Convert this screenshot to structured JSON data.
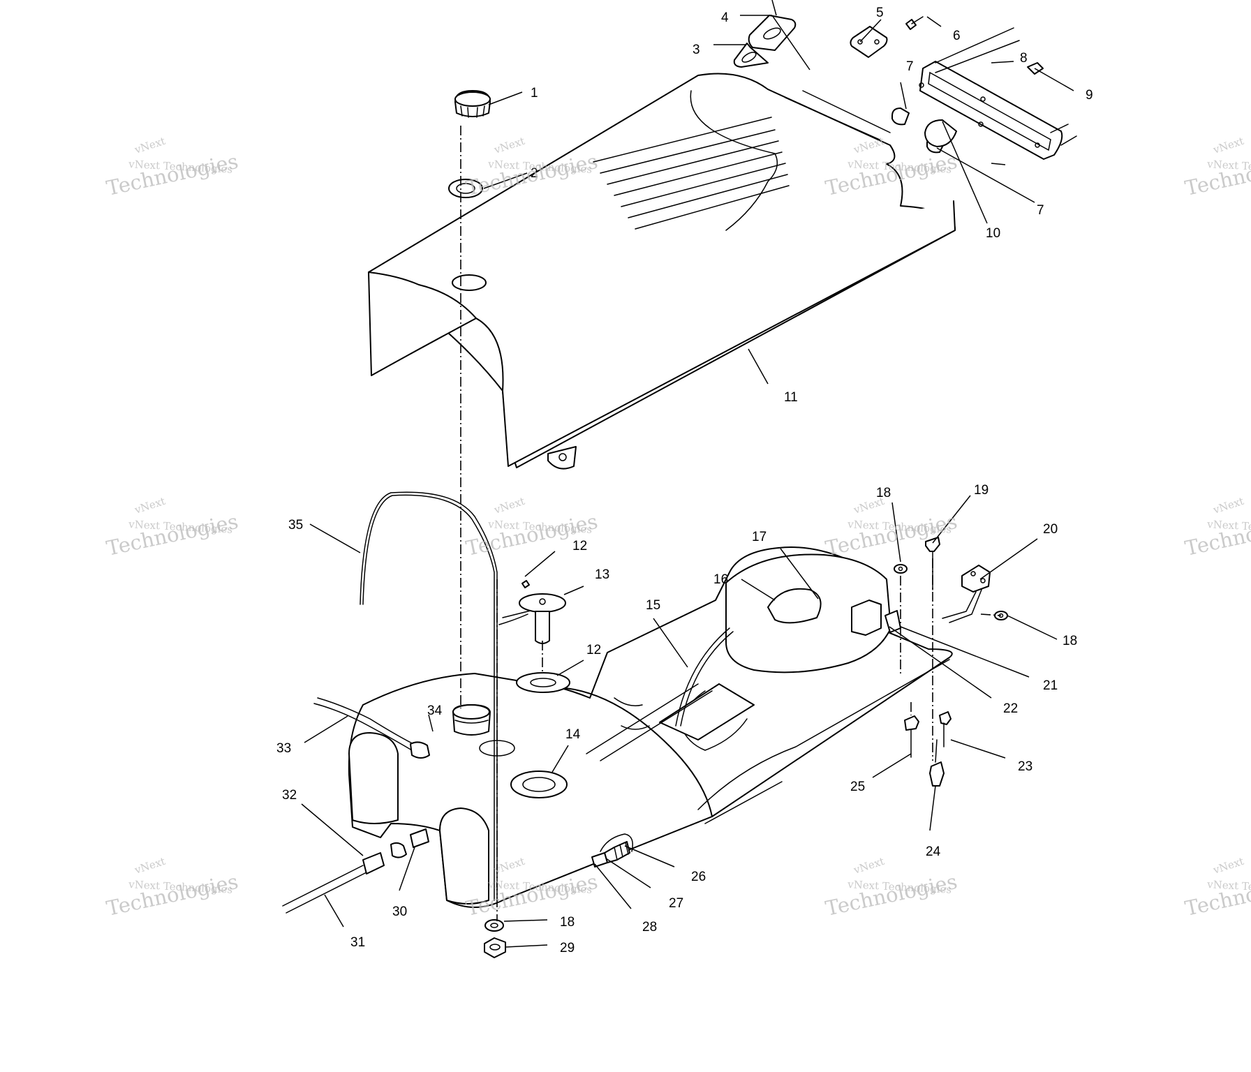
{
  "watermark": {
    "brand": "vNext",
    "company": "vNext Technologies",
    "big": "Technologies"
  },
  "callouts": [
    {
      "id": "1",
      "text": "1"
    },
    {
      "id": "2",
      "text": "2"
    },
    {
      "id": "3",
      "text": "3"
    },
    {
      "id": "4",
      "text": "4"
    },
    {
      "id": "5",
      "text": "5"
    },
    {
      "id": "6",
      "text": "6"
    },
    {
      "id": "7a",
      "text": "7"
    },
    {
      "id": "7b",
      "text": "7"
    },
    {
      "id": "8",
      "text": "8"
    },
    {
      "id": "9",
      "text": "9"
    },
    {
      "id": "10",
      "text": "10"
    },
    {
      "id": "11",
      "text": "11"
    },
    {
      "id": "12a",
      "text": "12"
    },
    {
      "id": "12b",
      "text": "12"
    },
    {
      "id": "13",
      "text": "13"
    },
    {
      "id": "14",
      "text": "14"
    },
    {
      "id": "15",
      "text": "15"
    },
    {
      "id": "16",
      "text": "16"
    },
    {
      "id": "17",
      "text": "17"
    },
    {
      "id": "18a",
      "text": "18"
    },
    {
      "id": "18b",
      "text": "18"
    },
    {
      "id": "18c",
      "text": "18"
    },
    {
      "id": "19",
      "text": "19"
    },
    {
      "id": "20",
      "text": "20"
    },
    {
      "id": "21",
      "text": "21"
    },
    {
      "id": "22",
      "text": "22"
    },
    {
      "id": "23",
      "text": "23"
    },
    {
      "id": "24",
      "text": "24"
    },
    {
      "id": "25",
      "text": "25"
    },
    {
      "id": "26",
      "text": "26"
    },
    {
      "id": "27",
      "text": "27"
    },
    {
      "id": "28",
      "text": "28"
    },
    {
      "id": "29",
      "text": "29"
    },
    {
      "id": "30",
      "text": "30"
    },
    {
      "id": "31",
      "text": "31"
    },
    {
      "id": "32",
      "text": "32"
    },
    {
      "id": "33",
      "text": "33"
    },
    {
      "id": "34",
      "text": "34"
    },
    {
      "id": "35",
      "text": "35"
    }
  ]
}
